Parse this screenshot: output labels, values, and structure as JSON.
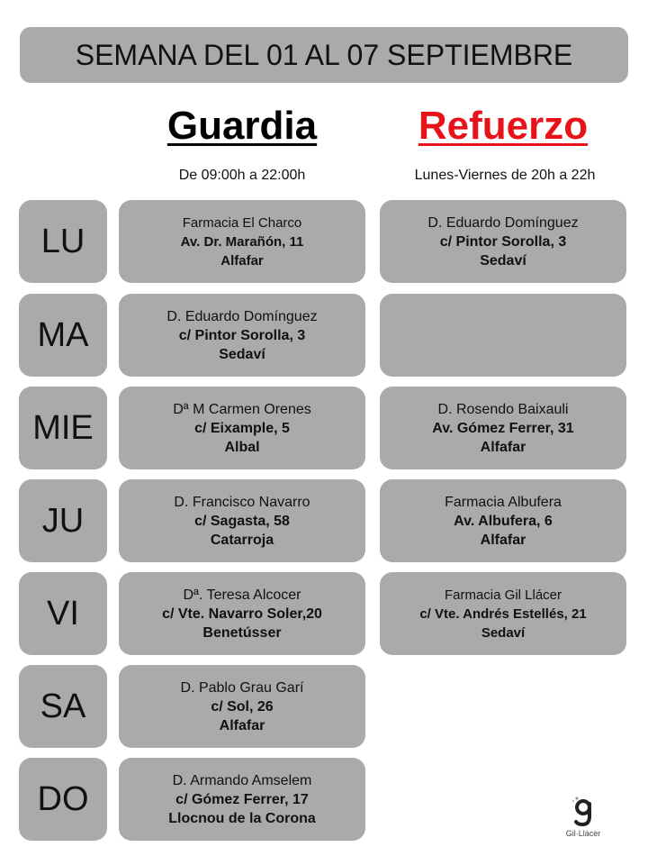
{
  "header": {
    "title": "SEMANA DEL 01 AL 07 SEPTIEMBRE"
  },
  "columns": {
    "guardia": {
      "title": "Guardia",
      "subtitle": "De 09:00h a 22:00h"
    },
    "refuerzo": {
      "title": "Refuerzo",
      "subtitle": "Lunes-Viernes de 20h a 22h"
    }
  },
  "days": [
    {
      "label": "LU",
      "guardia": {
        "name": "Farmacia El Charco",
        "address": "Av. Dr. Marañón, 11",
        "town": "Alfafar"
      },
      "refuerzo": {
        "name": "D. Eduardo Domínguez",
        "address": "c/ Pintor Sorolla, 3",
        "town": "Sedaví"
      }
    },
    {
      "label": "MA",
      "guardia": {
        "name": "D. Eduardo Domínguez",
        "address": "c/ Pintor Sorolla, 3",
        "town": "Sedaví"
      },
      "refuerzo": {
        "name": "",
        "address": "",
        "town": ""
      }
    },
    {
      "label": "MIE",
      "guardia": {
        "name": "Dª M Carmen Orenes",
        "address": "c/ Eixample, 5",
        "town": "Albal"
      },
      "refuerzo": {
        "name": "D. Rosendo Baixauli",
        "address": "Av. Gómez Ferrer, 31",
        "town": "Alfafar"
      }
    },
    {
      "label": "JU",
      "guardia": {
        "name": "D. Francisco Navarro",
        "address": "c/ Sagasta, 58",
        "town": "Catarroja"
      },
      "refuerzo": {
        "name": "Farmacia Albufera",
        "address": "Av. Albufera, 6",
        "town": "Alfafar"
      }
    },
    {
      "label": "VI",
      "guardia": {
        "name": "Dª. Teresa Alcocer",
        "address": "c/ Vte. Navarro Soler,20",
        "town": "Benetússer"
      },
      "refuerzo": {
        "name": "Farmacia Gil Llácer",
        "address": "c/ Vte. Andrés Estellés, 21",
        "town": "Sedaví"
      }
    },
    {
      "label": "SA",
      "guardia": {
        "name": "D. Pablo Grau Garí",
        "address": "c/ Sol, 26",
        "town": "Alfafar"
      }
    },
    {
      "label": "DO",
      "guardia": {
        "name": "D. Armando Amselem",
        "address": "c/ Gómez Ferrer, 17",
        "town": "Llocnou de la Corona"
      }
    }
  ],
  "logo": {
    "text": "Gil·Llácer",
    "icon": "gil-llacer-logo-icon"
  },
  "colors": {
    "card": "#aaaaaa",
    "refuerzo_title": "#e8121a"
  }
}
